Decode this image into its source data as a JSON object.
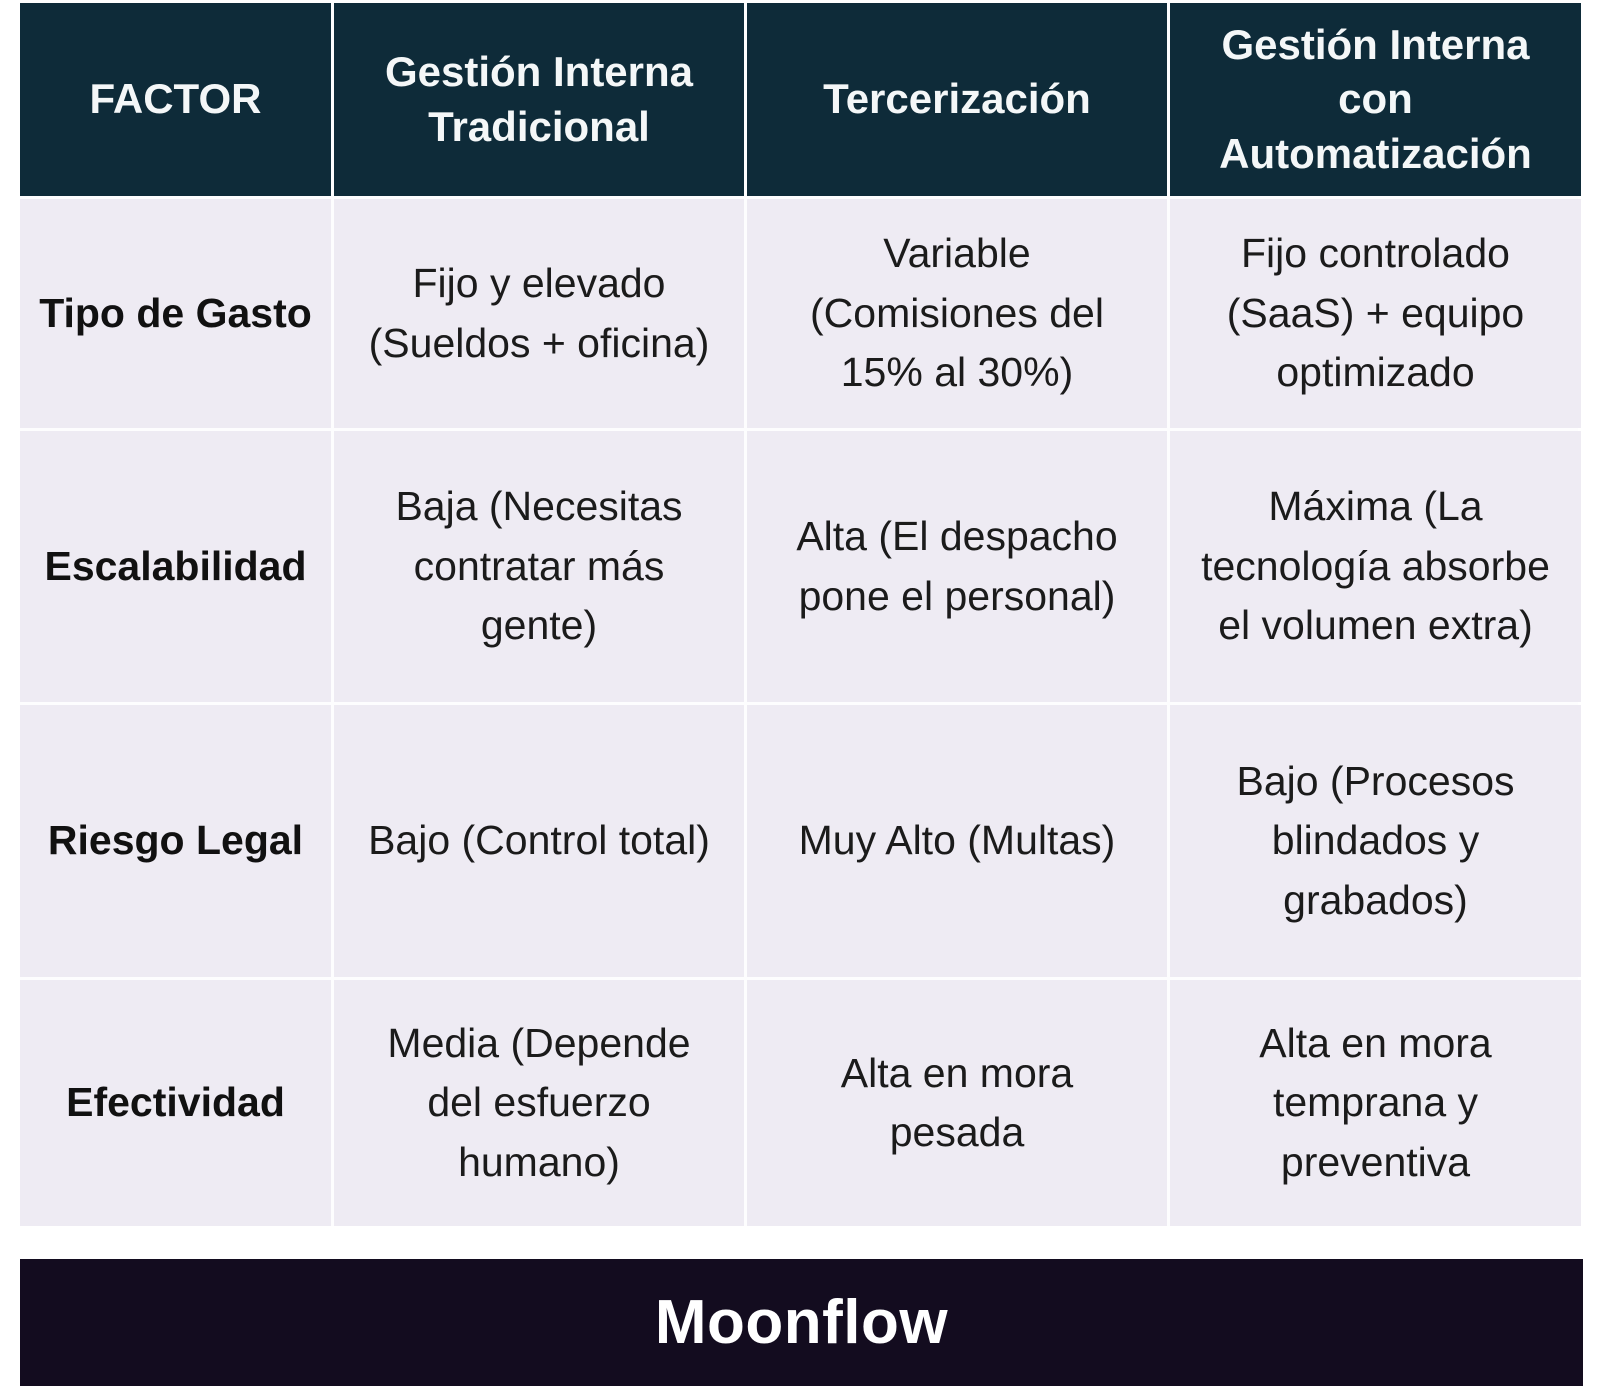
{
  "table": {
    "headers": [
      "FACTOR",
      "Gestión Interna\nTradicional",
      "Tercerización",
      "Gestión Interna\ncon\nAutomatización"
    ],
    "rows": [
      {
        "factor": "Tipo de Gasto",
        "traditional": "Fijo y elevado\n(Sueldos + oficina)",
        "outsourcing": "Variable\n(Comisiones del\n15% al 30%)",
        "automation": "Fijo controlado\n(SaaS) + equipo\noptimizado"
      },
      {
        "factor": "Escalabilidad",
        "traditional": "Baja (Necesitas\ncontratar más\ngente)",
        "outsourcing": "Alta (El despacho\npone el personal)",
        "automation": "Máxima (La\ntecnología absorbe\nel volumen extra)"
      },
      {
        "factor": "Riesgo Legal",
        "traditional": "Bajo (Control total)",
        "outsourcing": "Muy Alto (Multas)",
        "automation": "Bajo (Procesos\nblindados y\ngrabados)"
      },
      {
        "factor": "Efectividad",
        "traditional": "Media (Depende\ndel esfuerzo\nhumano)",
        "outsourcing": "Alta en mora\npesada",
        "automation": "Alta en mora\ntemprana y\npreventiva"
      }
    ]
  },
  "footer": {
    "brand": "Moonflow"
  },
  "colors": {
    "header_bg": "#0e2b39",
    "header_text": "#f4f7f8",
    "cell_bg": "#eeebf3",
    "body_text": "#1b1b1b",
    "label_text": "#111111",
    "footer_bg": "#130c1f"
  }
}
